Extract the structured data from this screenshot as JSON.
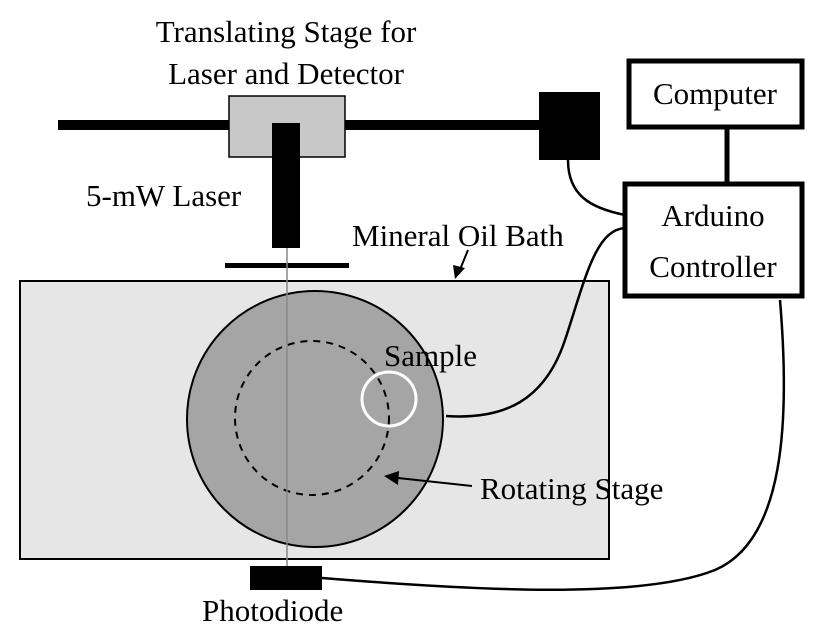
{
  "title_line1": "Translating Stage for",
  "title_line2": "Laser and Detector",
  "labels": {
    "laser": "5-mW Laser",
    "oil_bath": "Mineral Oil Bath",
    "sample": "Sample",
    "rotating_stage": "Rotating Stage",
    "photodiode": "Photodiode",
    "computer": "Computer",
    "arduino_line1": "Arduino",
    "arduino_line2": "Controller"
  },
  "colors": {
    "outline": "#000000",
    "stage_block": "#c8c8c8",
    "bath_fill": "#e6e6e6",
    "disk_fill": "#a5a5a5",
    "sample_ring": "#ffffff",
    "beam": "#888888"
  }
}
